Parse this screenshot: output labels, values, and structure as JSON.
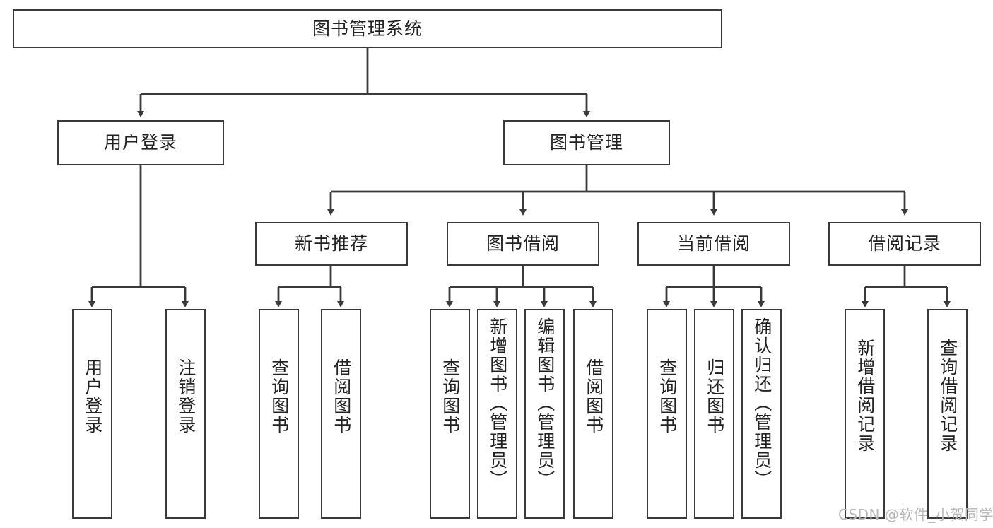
{
  "diagram": {
    "type": "tree-hierarchy",
    "title": "图书管理系统",
    "watermark": "CSDN @软件_小贺同学",
    "colors": {
      "stroke": "#3a3a3a",
      "fill": "#ffffff",
      "text": "#222222",
      "watermark": "#b9b9b9"
    },
    "nodes": {
      "root": {
        "label": "图书管理系统",
        "level": 1,
        "orientation": "horizontal"
      },
      "l2": [
        {
          "id": "user-login",
          "label": "用户登录",
          "level": 2,
          "orientation": "horizontal"
        },
        {
          "id": "book-manage",
          "label": "图书管理",
          "level": 2,
          "orientation": "horizontal"
        }
      ],
      "l3": [
        {
          "id": "new-book-rec",
          "label": "新书推荐",
          "level": 3,
          "orientation": "horizontal"
        },
        {
          "id": "book-borrow",
          "label": "图书借阅",
          "level": 3,
          "orientation": "horizontal"
        },
        {
          "id": "current-borrow",
          "label": "当前借阅",
          "level": 3,
          "orientation": "horizontal"
        },
        {
          "id": "borrow-record",
          "label": "借阅记录",
          "level": 3,
          "orientation": "horizontal"
        }
      ],
      "leaves": [
        {
          "id": "leaf-user-login",
          "label": "用户登录",
          "parent": "user-login",
          "orientation": "vertical"
        },
        {
          "id": "leaf-user-logout",
          "label": "注销登录",
          "parent": "user-login",
          "orientation": "vertical"
        },
        {
          "id": "leaf-query-book-1",
          "label": "查询图书",
          "parent": "new-book-rec",
          "orientation": "vertical"
        },
        {
          "id": "leaf-borrow-book-1",
          "label": "借阅图书",
          "parent": "new-book-rec",
          "orientation": "vertical"
        },
        {
          "id": "leaf-query-book-2",
          "label": "查询图书",
          "parent": "book-borrow",
          "orientation": "vertical"
        },
        {
          "id": "leaf-add-book",
          "label": "新增图书（管理员）",
          "parent": "book-borrow",
          "orientation": "vertical"
        },
        {
          "id": "leaf-edit-book",
          "label": "编辑图书（管理员）",
          "parent": "book-borrow",
          "orientation": "vertical"
        },
        {
          "id": "leaf-borrow-book-2",
          "label": "借阅图书",
          "parent": "book-borrow",
          "orientation": "vertical"
        },
        {
          "id": "leaf-query-book-3",
          "label": "查询图书",
          "parent": "current-borrow",
          "orientation": "vertical"
        },
        {
          "id": "leaf-return-book",
          "label": "归还图书",
          "parent": "current-borrow",
          "orientation": "vertical"
        },
        {
          "id": "leaf-confirm-return",
          "label": "确认归还（管理员）",
          "parent": "current-borrow",
          "orientation": "vertical"
        },
        {
          "id": "leaf-add-record",
          "label": "新增借阅记录",
          "parent": "borrow-record",
          "orientation": "vertical"
        },
        {
          "id": "leaf-query-record",
          "label": "查询借阅记录",
          "parent": "borrow-record",
          "orientation": "vertical"
        }
      ]
    }
  }
}
